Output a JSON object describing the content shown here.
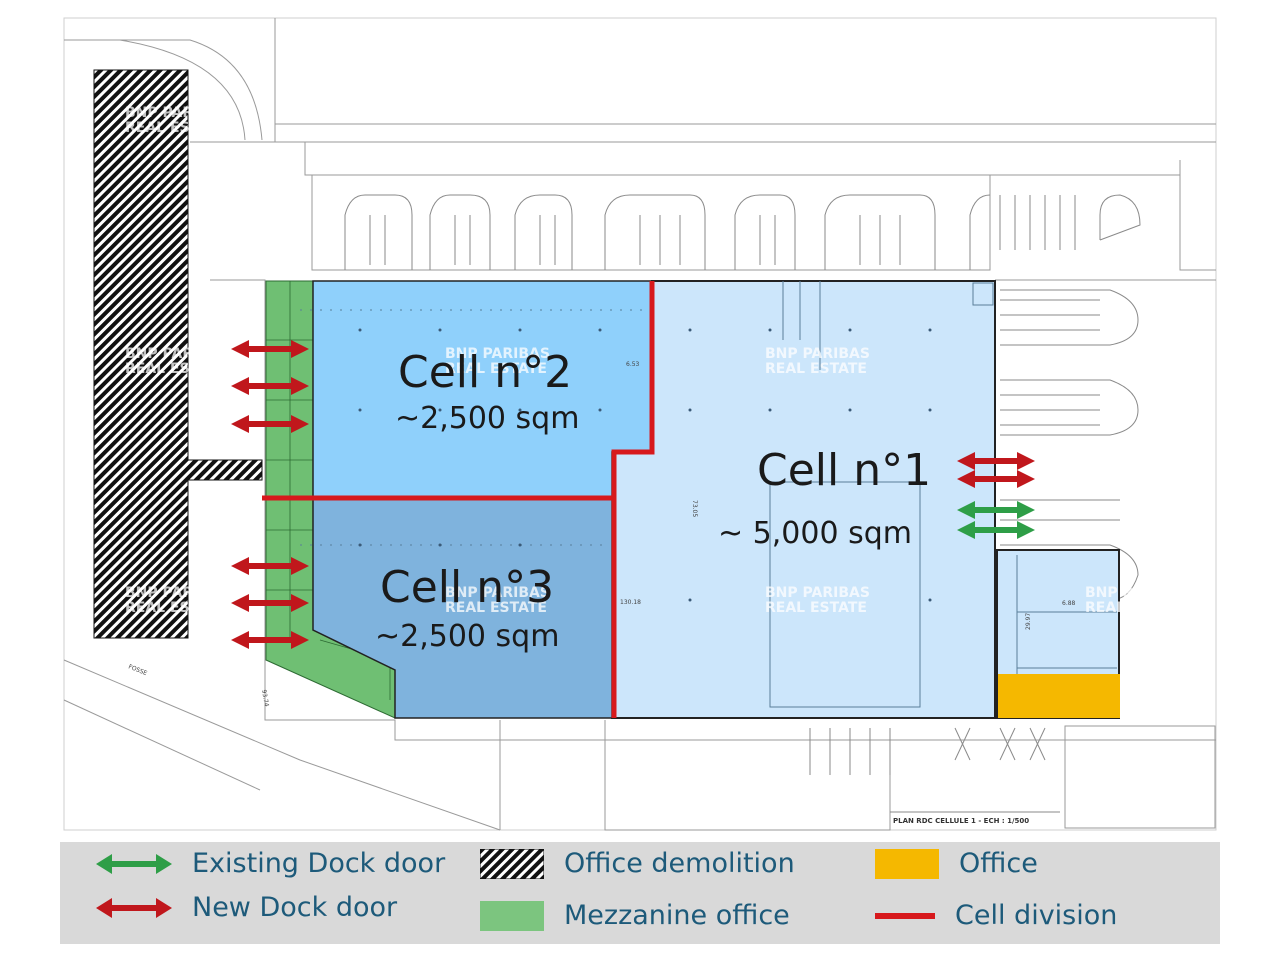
{
  "cells": [
    {
      "id": "cell1",
      "title": "Cell n°1",
      "area": "~ 5,000 sqm"
    },
    {
      "id": "cell2",
      "title": "Cell n°2",
      "area": "~2,500 sqm"
    },
    {
      "id": "cell3",
      "title": "Cell n°3",
      "area": "~2,500 sqm"
    }
  ],
  "watermark": {
    "line1": "BNP PARIBAS",
    "line2": "REAL ESTATE"
  },
  "plan_caption": "PLAN RDC CELLULE 1 - ECH : 1/500",
  "plan_labels": {
    "dim_6_53": "6.53",
    "dim_130": "130.18",
    "dim_73": "73.05",
    "dim_29": "29.97",
    "dim_6_88": "6.88",
    "dim_93": "93.74",
    "road": "FOSSE"
  },
  "legend": {
    "existing_dock": "Existing Dock door",
    "new_dock": "New Dock door",
    "office_demolition": "Office demolition",
    "mezzanine": "Mezzanine office",
    "office": "Office",
    "cell_division": "Cell division"
  },
  "colors": {
    "cell1": "#cce6fb",
    "cell2": "#8fd0fb",
    "cell3": "#7fb3dd",
    "mezzanine": "#6fbf73",
    "office": "#f5b800",
    "new_dock": "#c0171c",
    "existing_dock": "#2e9e47",
    "cell_division": "#d7191c"
  }
}
